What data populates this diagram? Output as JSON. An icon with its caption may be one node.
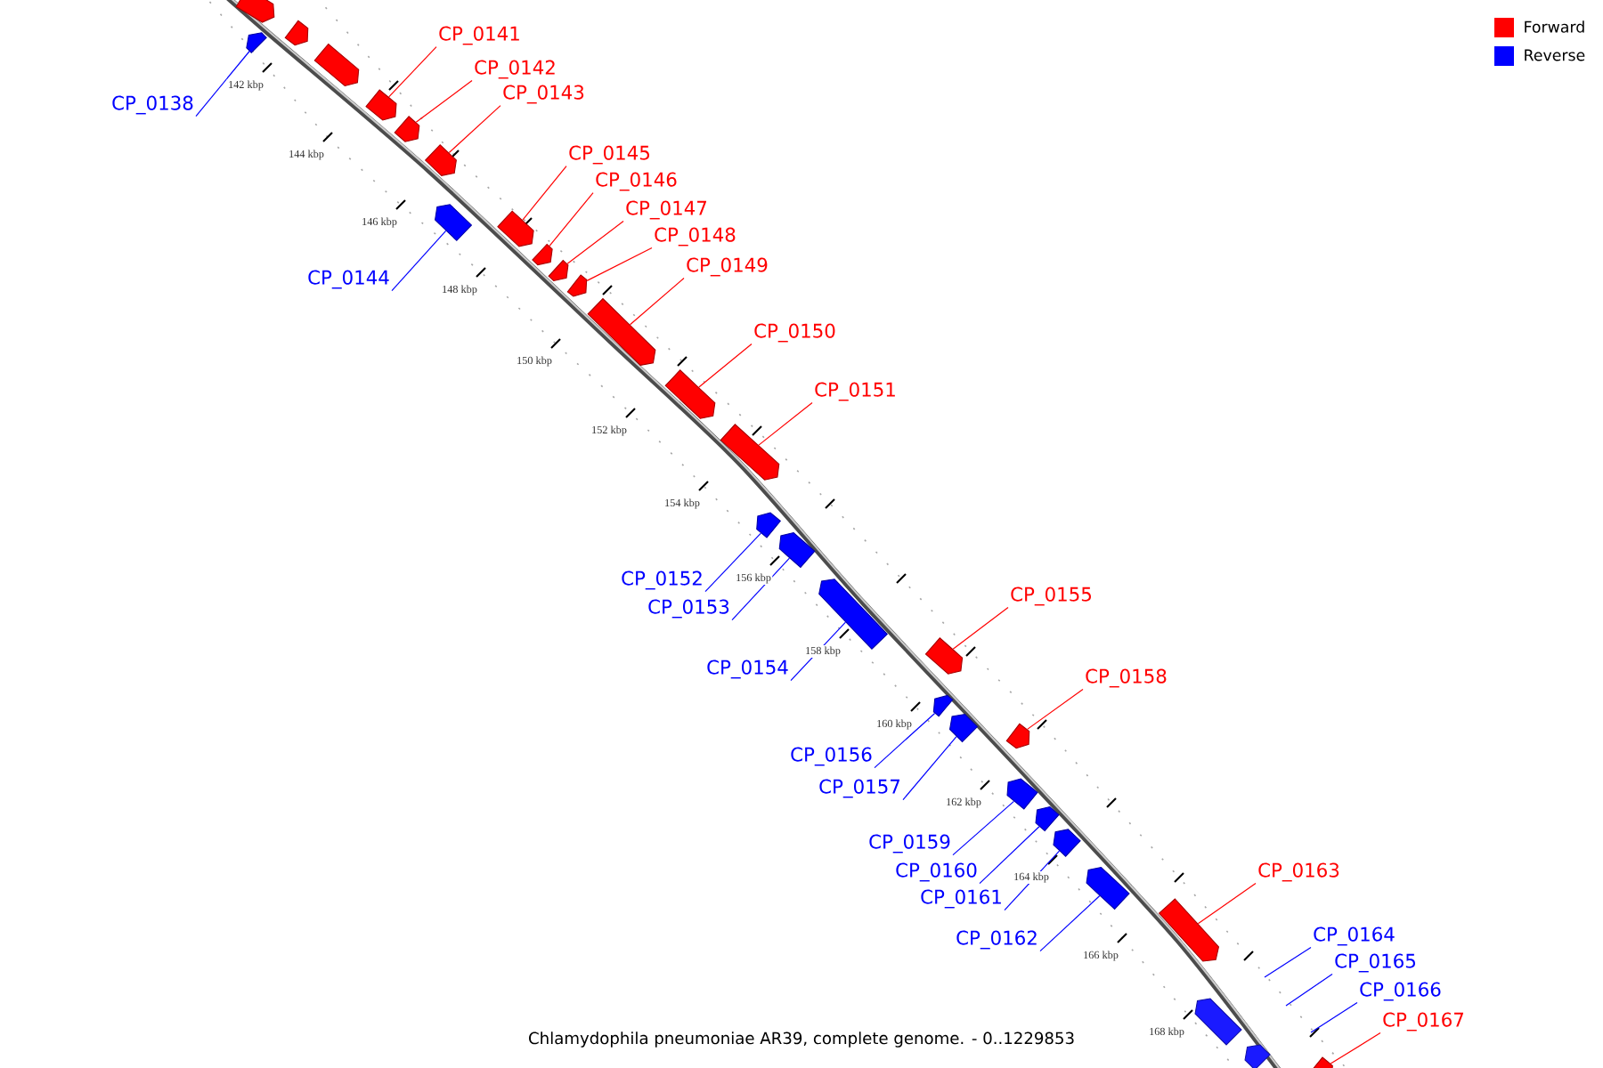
{
  "diagram": {
    "caption": "Chlamydophila pneumoniae AR39, complete genome. - 0..1229853",
    "nodes": [
      {
        "text": [
          "CP_0138"
        ]
      },
      {
        "text": [],
        "shape": "box"
      },
      {
        "text": [
          "CP_0141"
        ]
      },
      {
        "text": [],
        "shape": "box"
      },
      {
        "text": [
          "CP_0142"
        ]
      },
      {
        "text": [],
        "shape": "box"
      },
      {
        "text": [
          "CP_0143"
        ]
      },
      {
        "text": [],
        "shape": "box"
      },
      {
        "text": [
          "CP_0144"
        ]
      },
      {
        "text": [],
        "shape": "box"
      },
      {
        "text": [
          "CP_0145"
        ]
      },
      {
        "text": [],
        "shape": "box"
      },
      {
        "text": [
          "CP_0146"
        ]
      },
      {
        "text": [],
        "shape": "box"
      },
      {
        "text": [
          "CP_0147"
        ]
      },
      {
        "text": [],
        "shape": "box"
      },
      {
        "text": [
          "CP_0148"
        ]
      },
      {
        "text": [],
        "shape": "box"
      },
      {
        "text": [
          "CP_0149"
        ]
      },
      {
        "text": [],
        "shape": "box"
      },
      {
        "text": [
          "CP_0150"
        ]
      },
      {
        "text": [],
        "shape": "box"
      },
      {
        "text": [
          "CP_0151"
        ]
      },
      {
        "text": [],
        "shape": "box"
      },
      {
        "text": [
          "CP_0152"
        ]
      },
      {
        "text": [],
        "shape": "box"
      },
      {
        "text": [
          "CP_0153"
        ]
      },
      {
        "text": [],
        "shape": "box"
      },
      {
        "text": [
          "CP_0154"
        ]
      },
      {
        "text": [],
        "shape": "box"
      },
      {
        "text": [
          "CP_0155"
        ]
      },
      {
        "text": [],
        "shape": "box"
      },
      {
        "text": [
          "CP_0156"
        ]
      },
      {
        "text": [],
        "shape": "box"
      },
      {
        "text": [
          "CP_0157"
        ]
      },
      {
        "text": [],
        "shape": "box"
      },
      {
        "text": [
          "CP_0158"
        ]
      },
      {
        "text": [],
        "shape": "box"
      },
      {
        "text": [
          "CP_0159"
        ]
      },
      {
        "text": [],
        "shape": "box"
      },
      {
        "text": [
          "CP_0160"
        ]
      },
      {
        "text": [],
        "shape": "box"
      },
      {
        "text": [
          "CP_0161"
        ]
      },
      {
        "text": [],
        "shape": "box"
      },
      {
        "text": [
          "CP_0162"
        ]
      },
      {
        "text": [],
        "shape": "box"
      },
      {
        "text": [
          "CP_0163"
        ]
      },
      {
        "text": [],
        "shape": "box"
      },
      {
        "text": [
          "CP_0164"
        ]
      },
      {
        "text": [
          "CP_0165"
        ]
      },
      {
        "text": [
          "CP_0166"
        ]
      },
      {
        "text": [
          "CP_0167"
        ]
      },
      {
        "text": [],
        "shape": "box"
      },
      {
        "text": [],
        "shape": "box"
      },
      {
        "text": [],
        "shape": "box"
      },
      {
        "text": [],
        "shape": "box"
      },
      {
        "text": [],
        "shape": "box"
      },
      {
        "text": [],
        "shape": "box"
      }
    ],
    "edges": [
      {
        "from": 0,
        "to": 1,
        "arrow": "none",
        "color": "#0000ff"
      },
      {
        "from": 2,
        "to": 3,
        "arrow": "none",
        "color": "#ff0000"
      },
      {
        "from": 4,
        "to": 5,
        "arrow": "none",
        "color": "#ff0000"
      },
      {
        "from": 6,
        "to": 7,
        "arrow": "none",
        "color": "#ff0000"
      },
      {
        "from": 8,
        "to": 9,
        "arrow": "none",
        "color": "#0000ff"
      },
      {
        "from": 10,
        "to": 11,
        "arrow": "none",
        "color": "#ff0000"
      },
      {
        "from": 12,
        "to": 13,
        "arrow": "none",
        "color": "#ff0000"
      },
      {
        "from": 14,
        "to": 15,
        "arrow": "none",
        "color": "#ff0000"
      },
      {
        "from": 16,
        "to": 17,
        "arrow": "none",
        "color": "#ff0000"
      },
      {
        "from": 18,
        "to": 19,
        "arrow": "none",
        "color": "#ff0000"
      },
      {
        "from": 20,
        "to": 21,
        "arrow": "none",
        "color": "#ff0000"
      },
      {
        "from": 22,
        "to": 23,
        "arrow": "none",
        "color": "#ff0000"
      },
      {
        "from": 24,
        "to": 25,
        "arrow": "none",
        "color": "#0000ff"
      },
      {
        "from": 26,
        "to": 27,
        "arrow": "none",
        "color": "#0000ff"
      },
      {
        "from": 28,
        "to": 29,
        "arrow": "none",
        "color": "#0000ff"
      },
      {
        "from": 30,
        "to": 31,
        "arrow": "none",
        "color": "#ff0000"
      },
      {
        "from": 32,
        "to": 33,
        "arrow": "none",
        "color": "#0000ff"
      },
      {
        "from": 34,
        "to": 35,
        "arrow": "none",
        "color": "#0000ff"
      },
      {
        "from": 36,
        "to": 37,
        "arrow": "none",
        "color": "#ff0000"
      },
      {
        "from": 38,
        "to": 39,
        "arrow": "none",
        "color": "#0000ff"
      },
      {
        "from": 40,
        "to": 41,
        "arrow": "none",
        "color": "#0000ff"
      },
      {
        "from": 42,
        "to": 43,
        "arrow": "none",
        "color": "#0000ff"
      },
      {
        "from": 44,
        "to": 45,
        "arrow": "none",
        "color": "#0000ff"
      },
      {
        "from": 46,
        "to": 47,
        "arrow": "none",
        "color": "#ff0000"
      },
      {
        "from": 48,
        "to": null,
        "arrow": "none",
        "color": "#0000ff"
      },
      {
        "from": 49,
        "to": null,
        "arrow": "none",
        "color": "#0000ff"
      },
      {
        "from": 50,
        "to": null,
        "arrow": "none",
        "color": "#0000ff"
      },
      {
        "from": 51,
        "to": 52,
        "arrow": "none",
        "color": "#ff0000"
      }
    ],
    "labels": [
      "142 kbp",
      "144 kbp",
      "146 kbp",
      "148 kbp",
      "150 kbp",
      "152 kbp",
      "154 kbp",
      "156 kbp",
      "158 kbp",
      "160 kbp",
      "162 kbp",
      "164 kbp",
      "166 kbp",
      "168 kbp"
    ],
    "legend": [
      {
        "text": "Forward",
        "color": "#ff0000"
      },
      {
        "text": "Reverse",
        "color": "#0000ff"
      }
    ]
  }
}
